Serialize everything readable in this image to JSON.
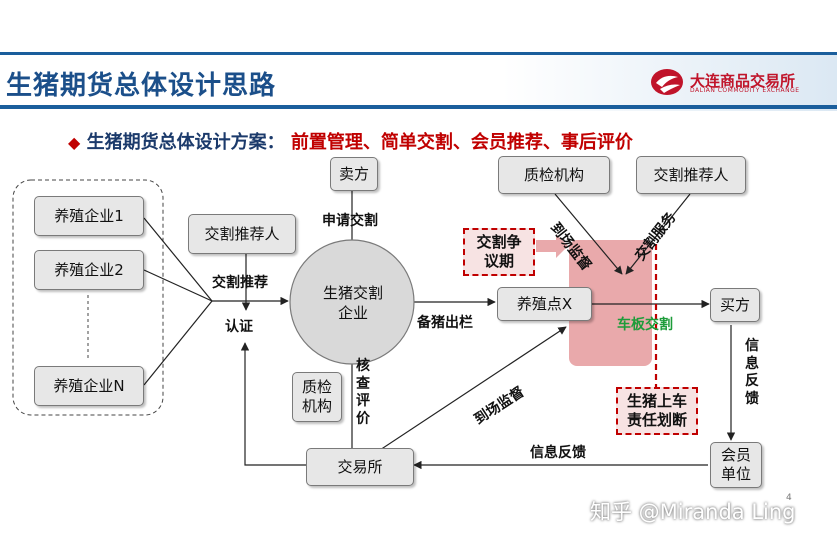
{
  "header": {
    "title": "生猪期货总体设计思路",
    "logo_cn": "大连商品交易所",
    "logo_en": "DALIAN COMMODITY EXCHANGE"
  },
  "scheme": {
    "bullet": "◆",
    "label": "生猪期货总体设计方案：",
    "content": "前置管理、简单交割、会员推荐、事后评价"
  },
  "nodes": {
    "farm1": "养殖企业1",
    "farm2": "养殖企业2",
    "farmN": "养殖企业N",
    "referrer_left": "交割推荐人",
    "seller": "卖方",
    "delivery_company": "生猪交割企业",
    "qc_small": "质检机构",
    "exchange": "交易所",
    "farm_point": "养殖点X",
    "qc_top": "质检机构",
    "referrer_top": "交割推荐人",
    "buyer": "买方",
    "member": "会员单位",
    "dispute": "交割争议期",
    "responsibility": "生猪上车责任划断"
  },
  "labels": {
    "apply_delivery": "申请交割",
    "delivery_recommend": "交割推荐",
    "certify": "认证",
    "ship_out": "备猪出栏",
    "verify_evaluate": "核查评价",
    "onsite_supervise_top": "到场监督",
    "delivery_service": "交割服务",
    "onsite_supervise_bottom": "到场监督",
    "truck_board_delivery": "车板交割",
    "info_feedback_right": "信息反馈",
    "info_feedback_bottom": "信息反馈"
  },
  "watermark": "知乎 @Miranda Ling",
  "page_number": "4",
  "colors": {
    "brand_blue": "#1a5e9c",
    "accent_red": "#c00000",
    "accent_green": "#1e9c3a",
    "highlight_pink": "#e9a9ab"
  }
}
